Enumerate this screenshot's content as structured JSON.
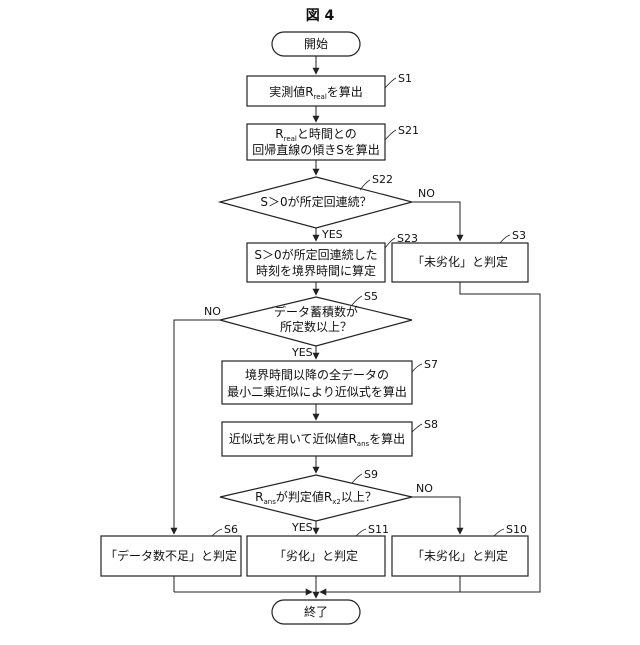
{
  "figure": {
    "title": "図 4"
  },
  "nodes": {
    "start": {
      "text": "開始"
    },
    "s1": {
      "step": "S1",
      "text_a": "実測値R",
      "sub_a": "real",
      "text_b": "を算出"
    },
    "s21": {
      "step": "S21",
      "l1_sub": "real",
      "l1_a": "R",
      "l1_b": "と時間との",
      "l2": "回帰直線の傾きSを算出"
    },
    "s22": {
      "step": "S22",
      "text": "S＞0が所定回連続？",
      "no": "NO",
      "yes": "YES"
    },
    "s23": {
      "step": "S23",
      "l1": "S＞0が所定回連続した",
      "l2": "時刻を境界時間に算定"
    },
    "s3": {
      "step": "S3",
      "text": "「未劣化」と判定"
    },
    "s5": {
      "step": "S5",
      "l1": "データ蓄積数が",
      "l2": "所定数以上？",
      "no": "NO",
      "yes": "YES"
    },
    "s7": {
      "step": "S7",
      "l1": "境界時間以降の全データの",
      "l2": "最小二乗近似により近似式を算出"
    },
    "s8": {
      "step": "S8",
      "text_a": "近似式を用いて近似値R",
      "sub_a": "ans",
      "text_b": "を算出"
    },
    "s9": {
      "step": "S9",
      "a": "R",
      "sub_a": "ans",
      "b": "が判定値R",
      "sub_b": "x2",
      "c": "以上？",
      "no": "NO",
      "yes": "YES"
    },
    "s6": {
      "step": "S6",
      "text": "「データ数不足」と判定"
    },
    "s11": {
      "step": "S11",
      "text": "「劣化」と判定"
    },
    "s10": {
      "step": "S10",
      "text": "「未劣化」と判定"
    },
    "end": {
      "text": "終了"
    }
  }
}
